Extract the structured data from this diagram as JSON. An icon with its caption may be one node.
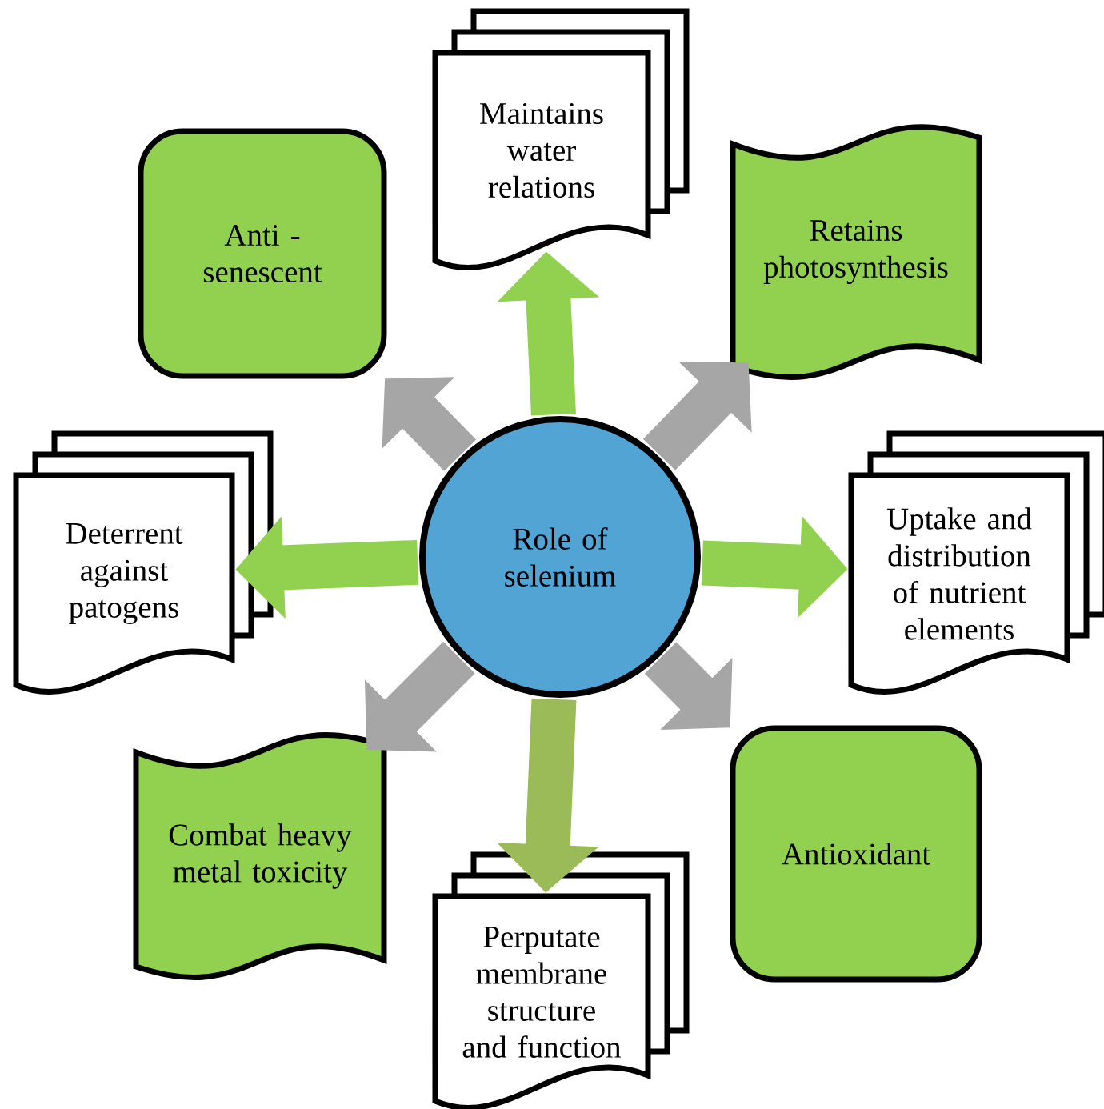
{
  "diagram": {
    "nodes": [
      {
        "text": [
          "Maintains water relations"
        ]
      },
      {
        "text": [
          "Anti - senescent"
        ]
      },
      {
        "text": [
          "Retains photosynthesis"
        ]
      },
      {
        "text": [
          "Deterrent against patogens"
        ]
      },
      {
        "text": [
          "Role of selenium"
        ]
      },
      {
        "text": [
          "Uptake and distribution of nutrient elements"
        ]
      },
      {
        "text": [
          "Combat heavy metal toxicity"
        ]
      },
      {
        "text": [
          "Antioxidant"
        ]
      },
      {
        "text": [
          "Perputate membrane structure and function"
        ]
      }
    ],
    "edges": [
      {
        "from": 4,
        "to": 0,
        "arrow": "to",
        "color": "#92d050"
      },
      {
        "from": 4,
        "to": 1,
        "arrow": "to",
        "color": "#a6a6a6"
      },
      {
        "from": 4,
        "to": 2,
        "arrow": "to",
        "color": "#a6a6a6"
      },
      {
        "from": 4,
        "to": 3,
        "arrow": "to",
        "color": "#92d050"
      },
      {
        "from": 4,
        "to": 5,
        "arrow": "to",
        "color": "#92d050"
      },
      {
        "from": 4,
        "to": 6,
        "arrow": "to",
        "color": "#a6a6a6"
      },
      {
        "from": 4,
        "to": 7,
        "arrow": "to",
        "color": "#a6a6a6"
      },
      {
        "from": 4,
        "to": 8,
        "arrow": "to",
        "color": "#9bbb59"
      }
    ]
  }
}
